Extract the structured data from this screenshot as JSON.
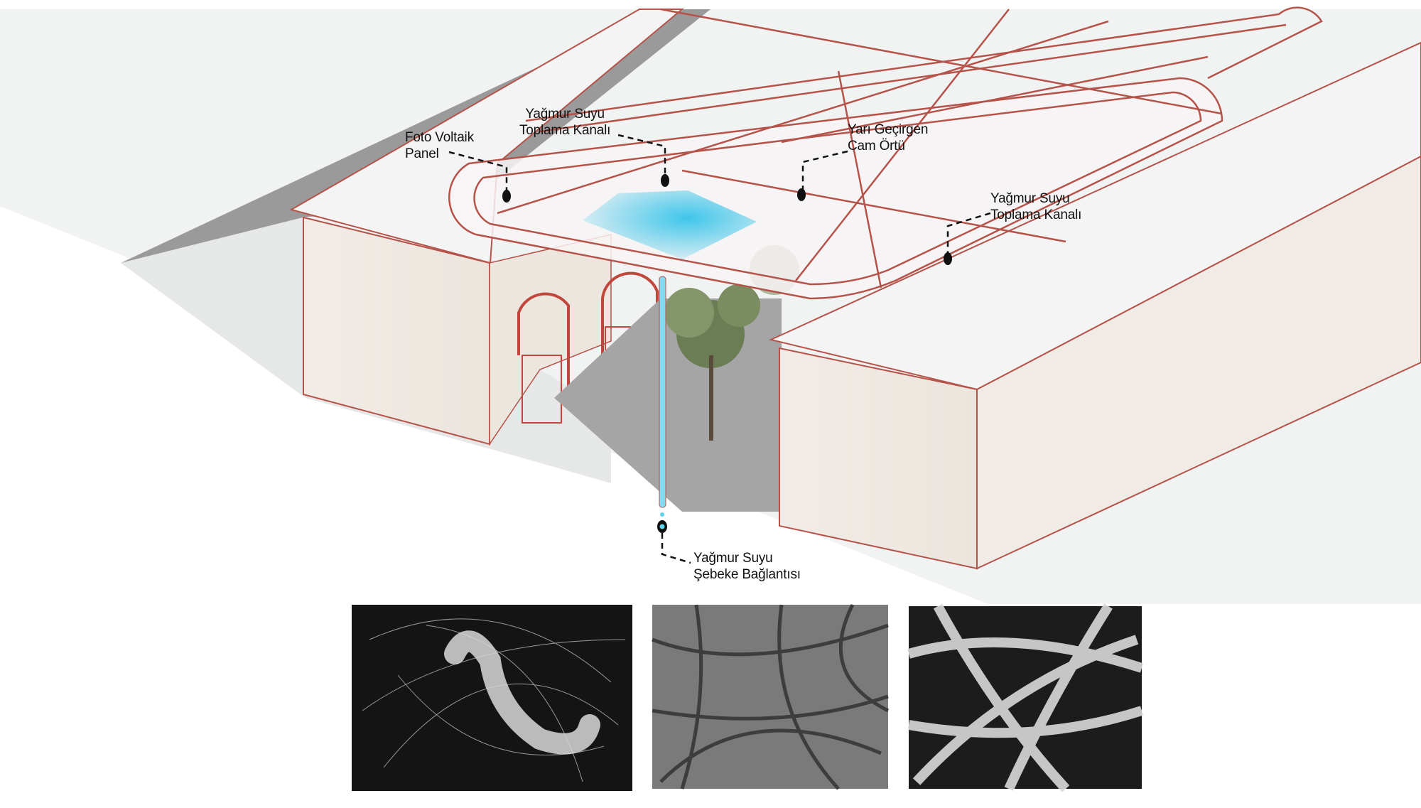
{
  "labels": {
    "photovoltaic": {
      "line1": "Foto Voltaik",
      "line2": "Panel"
    },
    "channel_left": {
      "line1": "Yağmur Suyu",
      "line2": "Toplama Kanalı"
    },
    "glass_cover": {
      "line1": "Yarı Geçirgen",
      "line2": "Cam Örtü"
    },
    "channel_right": {
      "line1": "Yağmur Suyu",
      "line2": "Toplama Kanalı"
    },
    "network": {
      "line1": "Yağmur Suyu",
      "line2": "Şebeke Bağlantısı"
    }
  },
  "colors": {
    "outline": "#b5534a",
    "water": "#5ed3ee",
    "shadow": "#9a9a9a",
    "ground": "#f1f2f2",
    "wall": "#f3eee9",
    "leader": "#111111"
  },
  "photos": [
    {
      "subject": "silkworm-cocoon-photo"
    },
    {
      "subject": "silk-fiber-micrograph"
    },
    {
      "subject": "silk-fiber-closeup"
    }
  ]
}
